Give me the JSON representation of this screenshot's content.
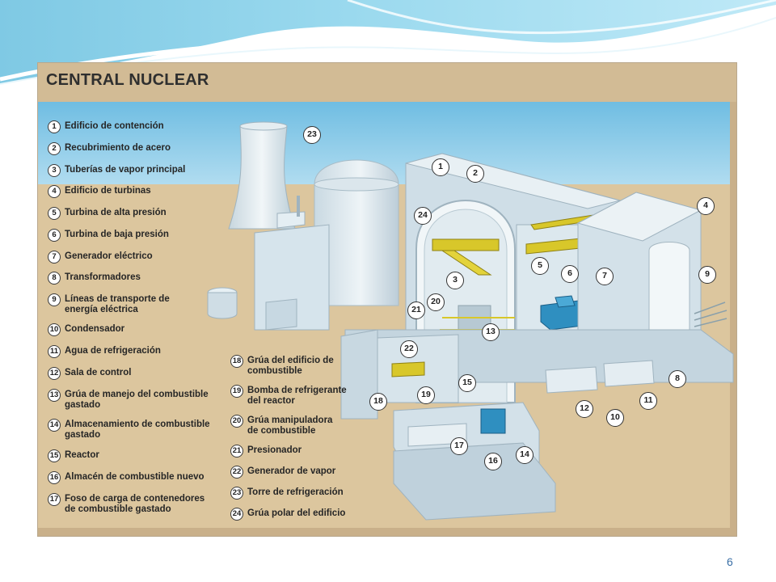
{
  "figure": {
    "title": "CENTRAL NUCLEAR",
    "legend_left": [
      {
        "n": "1",
        "label": "Edificio de contención"
      },
      {
        "n": "2",
        "label": "Recubrimiento de acero"
      },
      {
        "n": "3",
        "label": "Tuberías de vapor principal"
      },
      {
        "n": "4",
        "label": "Edificio de turbinas"
      },
      {
        "n": "5",
        "label": "Turbina de alta presión"
      },
      {
        "n": "6",
        "label": "Turbina de baja presión"
      },
      {
        "n": "7",
        "label": "Generador eléctrico"
      },
      {
        "n": "8",
        "label": "Transformadores"
      },
      {
        "n": "9",
        "label": "Líneas de transporte de energía eléctrica"
      },
      {
        "n": "10",
        "label": "Condensador"
      },
      {
        "n": "11",
        "label": "Agua de refrigeración"
      },
      {
        "n": "12",
        "label": "Sala de control"
      },
      {
        "n": "13",
        "label": "Grúa de manejo del combustible gastado"
      },
      {
        "n": "14",
        "label": "Almacenamiento de combustible gastado"
      },
      {
        "n": "15",
        "label": "Reactor"
      },
      {
        "n": "16",
        "label": "Almacén de combustible nuevo"
      },
      {
        "n": "17",
        "label": "Foso de carga de contenedores de combustible gastado"
      }
    ],
    "legend_right": [
      {
        "n": "18",
        "label": "Grúa del edificio de combustible"
      },
      {
        "n": "19",
        "label": "Bomba de refrigerante del reactor"
      },
      {
        "n": "20",
        "label": "Grúa manipuladora de combustible"
      },
      {
        "n": "21",
        "label": "Presionador"
      },
      {
        "n": "22",
        "label": "Generador de vapor"
      },
      {
        "n": "23",
        "label": "Torre de refrigeración"
      },
      {
        "n": "24",
        "label": "Grúa polar del edificio"
      }
    ],
    "callouts": [
      "1",
      "2",
      "3",
      "4",
      "5",
      "6",
      "7",
      "8",
      "9",
      "10",
      "11",
      "12",
      "13",
      "14",
      "15",
      "16",
      "17",
      "18",
      "19",
      "20",
      "21",
      "22",
      "23",
      "24"
    ],
    "colors": {
      "sky": "#a9d7ee",
      "ground": "#dcc69e",
      "building": "#d5e4ec",
      "crane": "#d8c72a",
      "turbine": "#2f8fc0",
      "frame": "#c9b08a"
    }
  },
  "slide": {
    "page_number": "6"
  }
}
